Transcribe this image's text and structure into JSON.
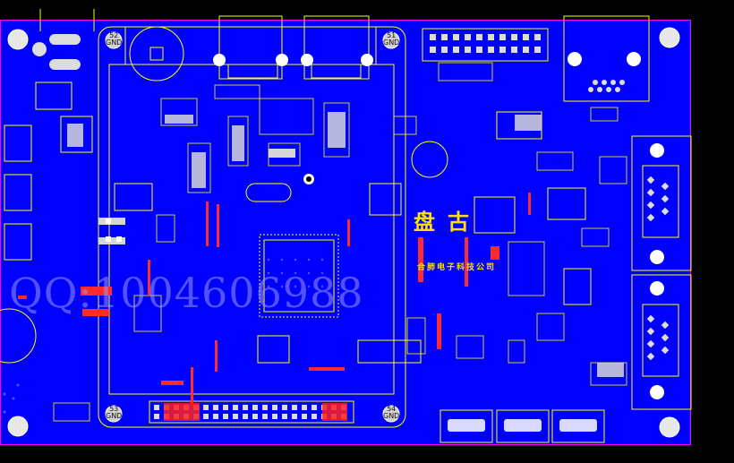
{
  "board": {
    "logo_text": "盘古",
    "company_text": "合肺电子科技公司",
    "watermark": "QQ:1004606988"
  },
  "mounting_holes": [
    {
      "number": "52",
      "net": "GND"
    },
    {
      "number": "51",
      "net": "GND"
    },
    {
      "number": "53",
      "net": "GND"
    },
    {
      "number": "54",
      "net": "GND"
    }
  ],
  "colors": {
    "background": "#000000",
    "board_fill": "#0000ff",
    "silkscreen": "#ffff00",
    "pads": "#c8c8c8",
    "vias": "#ff0000",
    "outline": "#ff00ff"
  }
}
